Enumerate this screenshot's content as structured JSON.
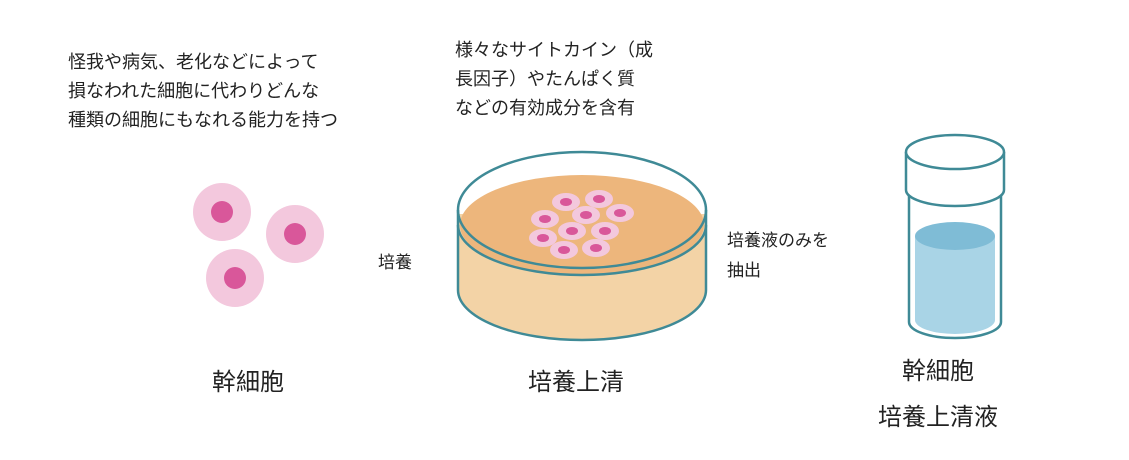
{
  "stem_cell": {
    "description": [
      "怪我や病気、老化などによって",
      "損なわれた細胞に代わりどんな",
      "種類の細胞にもなれる能力を持つ"
    ],
    "label": "幹細胞"
  },
  "culture_supernatant": {
    "description": [
      "様々なサイトカイン（成",
      "長因子）やたんぱく質",
      "などの有効成分を含有"
    ],
    "label": "培養上清"
  },
  "arrow_culture": "培養",
  "arrow_extract": [
    "培養液のみを",
    "抽出"
  ],
  "supernatant_fluid": {
    "label": [
      "幹細胞",
      "培養上清液"
    ]
  },
  "colors": {
    "cell_outer": "#f3c8dd",
    "cell_nucleus": "#d9579a",
    "medium": "#eeb57a",
    "dish_outline": "#3f8a96",
    "liquid": "#a9d4e6",
    "vial_outline": "#3f8a96"
  }
}
